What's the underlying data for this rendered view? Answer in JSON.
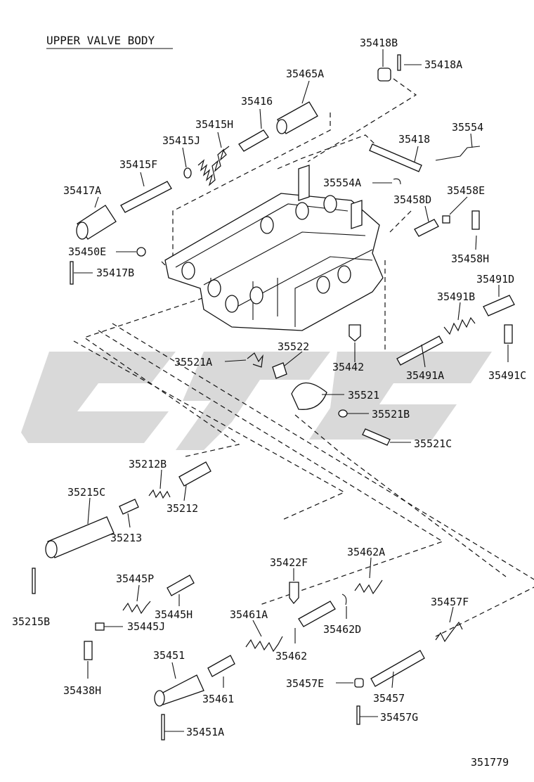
{
  "title": "UPPER VALVE BODY",
  "figure_number": "351779",
  "parts": {
    "p35418B": "35418B",
    "p35418A": "35418A",
    "p35465A": "35465A",
    "p35416": "35416",
    "p35415H": "35415H",
    "p35415J": "35415J",
    "p35415F": "35415F",
    "p35417A": "35417A",
    "p35418": "35418",
    "p35554": "35554",
    "p35554A": "35554A",
    "p35458D": "35458D",
    "p35458E": "35458E",
    "p35458H": "35458H",
    "p35450E": "35450E",
    "p35417B": "35417B",
    "p35491D": "35491D",
    "p35491B": "35491B",
    "p35521A": "35521A",
    "p35522": "35522",
    "p35442": "35442",
    "p35491A": "35491A",
    "p35491C": "35491C",
    "p35521": "35521",
    "p35521B": "35521B",
    "p35521C": "35521C",
    "p35212B": "35212B",
    "p35215C": "35215C",
    "p35212": "35212",
    "p35213": "35213",
    "p35422F": "35422F",
    "p35462A": "35462A",
    "p35445P": "35445P",
    "p35445H": "35445H",
    "p35215B": "35215B",
    "p35445J": "35445J",
    "p35461A": "35461A",
    "p35462D": "35462D",
    "p35457F": "35457F",
    "p35462": "35462",
    "p35451": "35451",
    "p35438H": "35438H",
    "p35457E": "35457E",
    "p35461": "35461",
    "p35457": "35457",
    "p35457G": "35457G",
    "p35451A": "35451A"
  }
}
